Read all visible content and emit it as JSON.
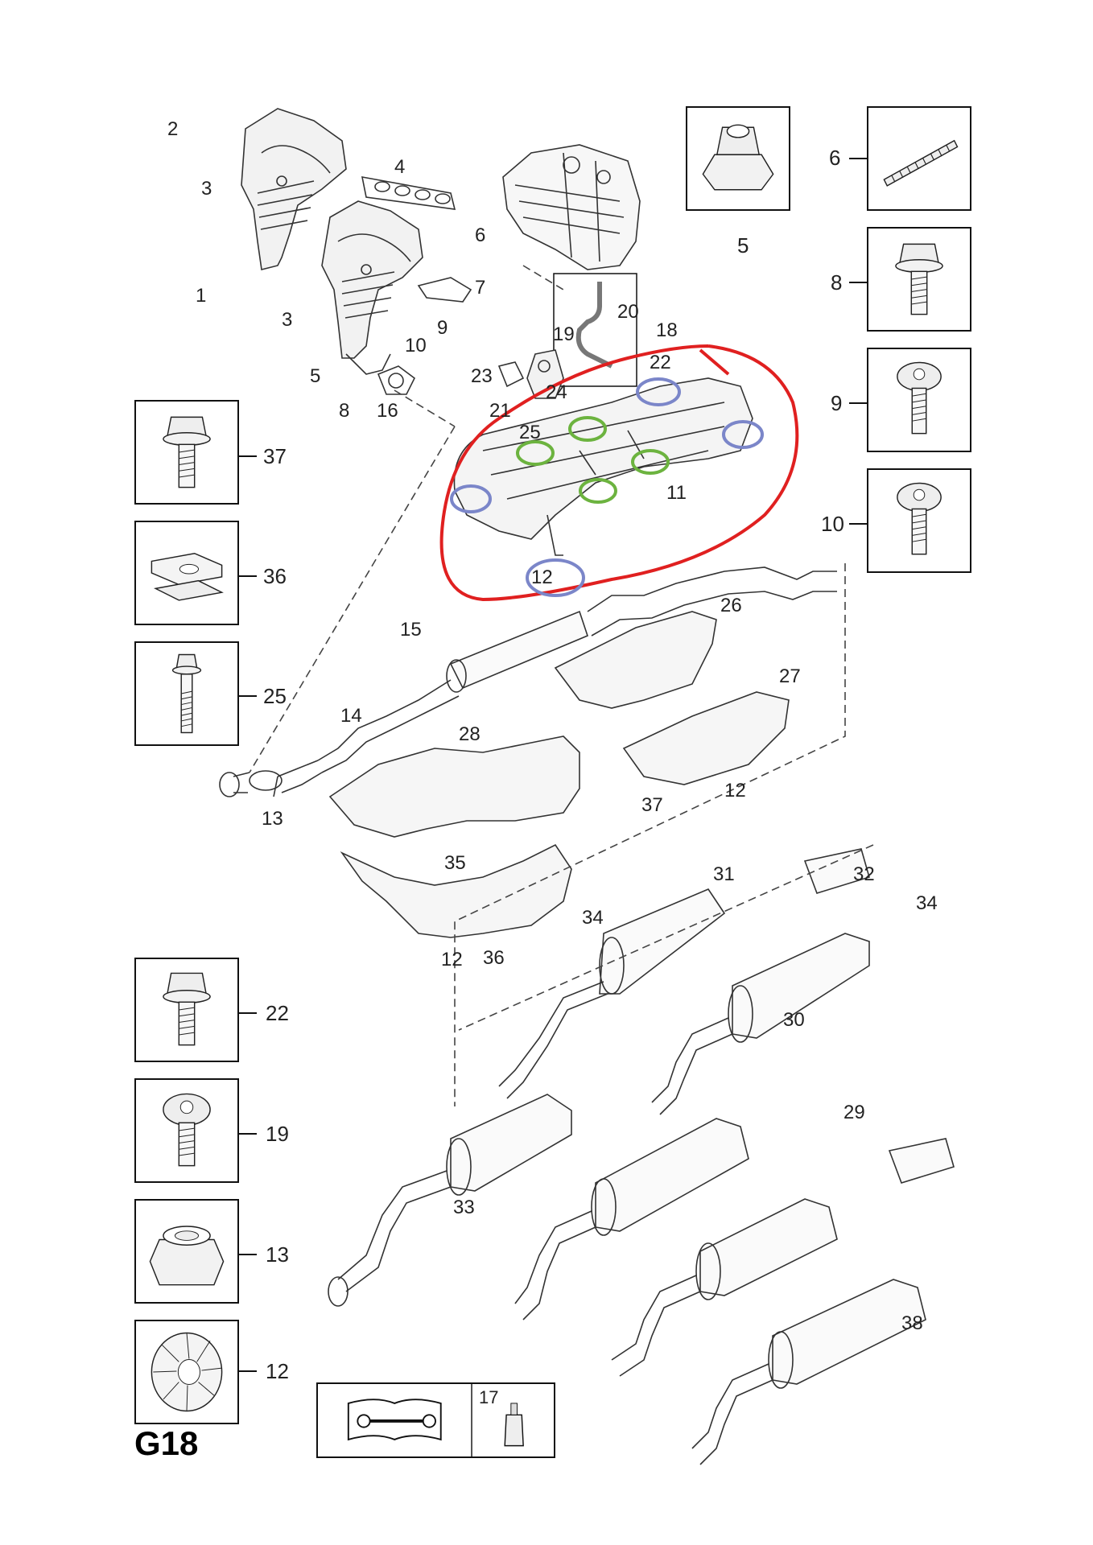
{
  "page": {
    "code": "G18"
  },
  "fastener_boxes": [
    {
      "ref": "5",
      "icon": "flange-nut-icon"
    },
    {
      "ref": "6",
      "icon": "stud-icon"
    },
    {
      "ref": "8",
      "icon": "flange-bolt-icon"
    },
    {
      "ref": "9",
      "icon": "torx-screw-icon"
    },
    {
      "ref": "10",
      "icon": "torx-screw-icon"
    },
    {
      "ref": "37",
      "icon": "hex-bolt-icon"
    },
    {
      "ref": "36",
      "icon": "spring-clip-icon"
    },
    {
      "ref": "25",
      "icon": "long-bolt-icon"
    },
    {
      "ref": "22",
      "icon": "torx-bolt-icon"
    },
    {
      "ref": "19",
      "icon": "torx-screw-icon"
    },
    {
      "ref": "13",
      "icon": "hex-nut-icon"
    },
    {
      "ref": "12",
      "icon": "speed-nut-icon"
    }
  ],
  "callouts": [
    "1",
    "2",
    "3",
    "3",
    "4",
    "5",
    "6",
    "7",
    "8",
    "9",
    "10",
    "11",
    "12",
    "12",
    "12",
    "12",
    "13",
    "14",
    "15",
    "16",
    "17",
    "18",
    "19",
    "20",
    "21",
    "22",
    "23",
    "24",
    "25",
    "26",
    "27",
    "28",
    "29",
    "30",
    "31",
    "32",
    "33",
    "34",
    "34",
    "35",
    "36",
    "37",
    "38"
  ],
  "legend": {
    "manual_ref": "",
    "item_17": "17"
  },
  "annotations": {
    "red_outline_color": "#e02020",
    "green_marks_color": "#6cb33f",
    "blue_marks_color": "#7b86c9"
  }
}
